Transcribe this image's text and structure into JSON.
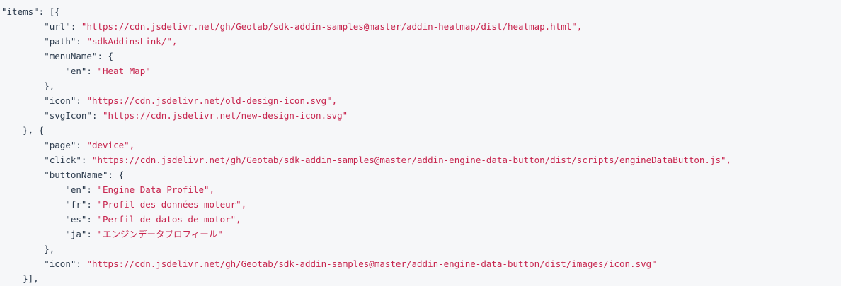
{
  "document": {
    "type": "json-code-listing",
    "language": "json",
    "colors": {
      "background": "#f6f7f9",
      "key_and_punctuation": "#2d3c4e",
      "string_value": "#c7254e"
    },
    "lines": [
      {
        "indent": 0,
        "segments": [
          {
            "t": "\"items\": [{",
            "c": "punct"
          }
        ]
      },
      {
        "indent": 8,
        "segments": [
          {
            "t": "\"url\"",
            "c": "key"
          },
          {
            "t": ": ",
            "c": "punct"
          },
          {
            "t": "\"https://cdn.jsdelivr.net/gh/Geotab/sdk-addin-samples@master/addin-heatmap/dist/heatmap.html\",",
            "c": "str"
          }
        ]
      },
      {
        "indent": 8,
        "segments": [
          {
            "t": "\"path\"",
            "c": "key"
          },
          {
            "t": ": ",
            "c": "punct"
          },
          {
            "t": "\"sdkAddinsLink/\",",
            "c": "str"
          }
        ]
      },
      {
        "indent": 8,
        "segments": [
          {
            "t": "\"menuName\"",
            "c": "key"
          },
          {
            "t": ": {",
            "c": "punct"
          }
        ]
      },
      {
        "indent": 12,
        "segments": [
          {
            "t": "\"en\"",
            "c": "key"
          },
          {
            "t": ": ",
            "c": "punct"
          },
          {
            "t": "\"Heat Map\"",
            "c": "str"
          }
        ]
      },
      {
        "indent": 8,
        "segments": [
          {
            "t": "},",
            "c": "punct"
          }
        ]
      },
      {
        "indent": 8,
        "segments": [
          {
            "t": "\"icon\"",
            "c": "key"
          },
          {
            "t": ": ",
            "c": "punct"
          },
          {
            "t": "\"https://cdn.jsdelivr.net/old-design-icon.svg\",",
            "c": "str"
          }
        ]
      },
      {
        "indent": 8,
        "segments": [
          {
            "t": "\"svgIcon\"",
            "c": "key"
          },
          {
            "t": ": ",
            "c": "punct"
          },
          {
            "t": "\"https://cdn.jsdelivr.net/new-design-icon.svg\"",
            "c": "str"
          }
        ]
      },
      {
        "indent": 4,
        "segments": [
          {
            "t": "}, {",
            "c": "punct"
          }
        ]
      },
      {
        "indent": 8,
        "segments": [
          {
            "t": "\"page\"",
            "c": "key"
          },
          {
            "t": ": ",
            "c": "punct"
          },
          {
            "t": "\"device\",",
            "c": "str"
          }
        ]
      },
      {
        "indent": 8,
        "segments": [
          {
            "t": "\"click\"",
            "c": "key"
          },
          {
            "t": ": ",
            "c": "punct"
          },
          {
            "t": "\"https://cdn.jsdelivr.net/gh/Geotab/sdk-addin-samples@master/addin-engine-data-button/dist/scripts/engineDataButton.js\",",
            "c": "str"
          }
        ]
      },
      {
        "indent": 8,
        "segments": [
          {
            "t": "\"buttonName\"",
            "c": "key"
          },
          {
            "t": ": {",
            "c": "punct"
          }
        ]
      },
      {
        "indent": 12,
        "segments": [
          {
            "t": "\"en\"",
            "c": "key"
          },
          {
            "t": ": ",
            "c": "punct"
          },
          {
            "t": "\"Engine Data Profile\",",
            "c": "str"
          }
        ]
      },
      {
        "indent": 12,
        "segments": [
          {
            "t": "\"fr\"",
            "c": "key"
          },
          {
            "t": ": ",
            "c": "punct"
          },
          {
            "t": "\"Profil des données-moteur\",",
            "c": "str"
          }
        ]
      },
      {
        "indent": 12,
        "segments": [
          {
            "t": "\"es\"",
            "c": "key"
          },
          {
            "t": ": ",
            "c": "punct"
          },
          {
            "t": "\"Perfil de datos de motor\",",
            "c": "str"
          }
        ]
      },
      {
        "indent": 12,
        "segments": [
          {
            "t": "\"ja\"",
            "c": "key"
          },
          {
            "t": ": ",
            "c": "punct"
          },
          {
            "t": "\"エンジンデータプロフィール\"",
            "c": "str"
          }
        ]
      },
      {
        "indent": 8,
        "segments": [
          {
            "t": "},",
            "c": "punct"
          }
        ]
      },
      {
        "indent": 8,
        "segments": [
          {
            "t": "\"icon\"",
            "c": "key"
          },
          {
            "t": ": ",
            "c": "punct"
          },
          {
            "t": "\"https://cdn.jsdelivr.net/gh/Geotab/sdk-addin-samples@master/addin-engine-data-button/dist/images/icon.svg\"",
            "c": "str"
          }
        ]
      },
      {
        "indent": 4,
        "segments": [
          {
            "t": "}],",
            "c": "punct"
          }
        ]
      }
    ]
  }
}
